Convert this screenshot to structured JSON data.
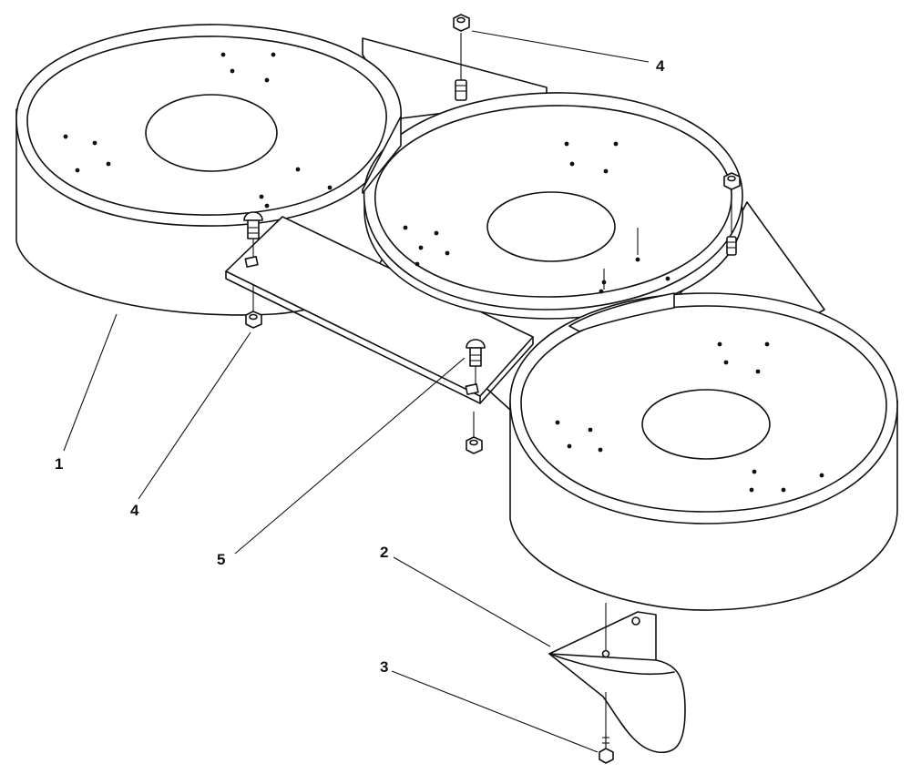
{
  "diagram": {
    "colors": {
      "ink": "#111111",
      "paper": "#ffffff"
    },
    "callouts": [
      {
        "id": "c1",
        "label": "1"
      },
      {
        "id": "c2",
        "label": "2"
      },
      {
        "id": "c3",
        "label": "3"
      },
      {
        "id": "c4a",
        "label": "4"
      },
      {
        "id": "c4b",
        "label": "4"
      },
      {
        "id": "c5",
        "label": "5"
      }
    ]
  }
}
